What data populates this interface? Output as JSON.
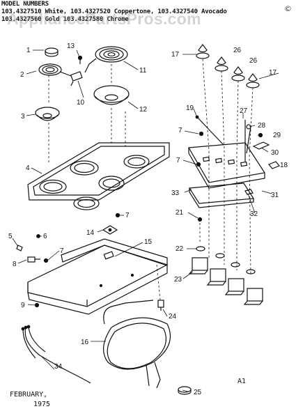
{
  "header": {
    "title": "MODEL NUMBERS",
    "line1": "103.4327510 White, 103.4327520 Coppertone, 103.4327540 Avocado",
    "line2": "103.4327560 Gold 103.4327580 Chrome"
  },
  "watermark": "AppliancePartsPros.com",
  "copyright_symbol": "©",
  "footer": {
    "month": "FEBRUARY,",
    "year": "1975",
    "sheet": "A1"
  },
  "part_labels": [
    "1",
    "2",
    "3",
    "4",
    "5",
    "6",
    "7",
    "8",
    "9",
    "10",
    "11",
    "12",
    "13",
    "14",
    "15",
    "16",
    "17",
    "18",
    "19",
    "21",
    "22",
    "23",
    "24",
    "25",
    "26",
    "27",
    "28",
    "29",
    "30",
    "31",
    "32",
    "33",
    "34"
  ]
}
